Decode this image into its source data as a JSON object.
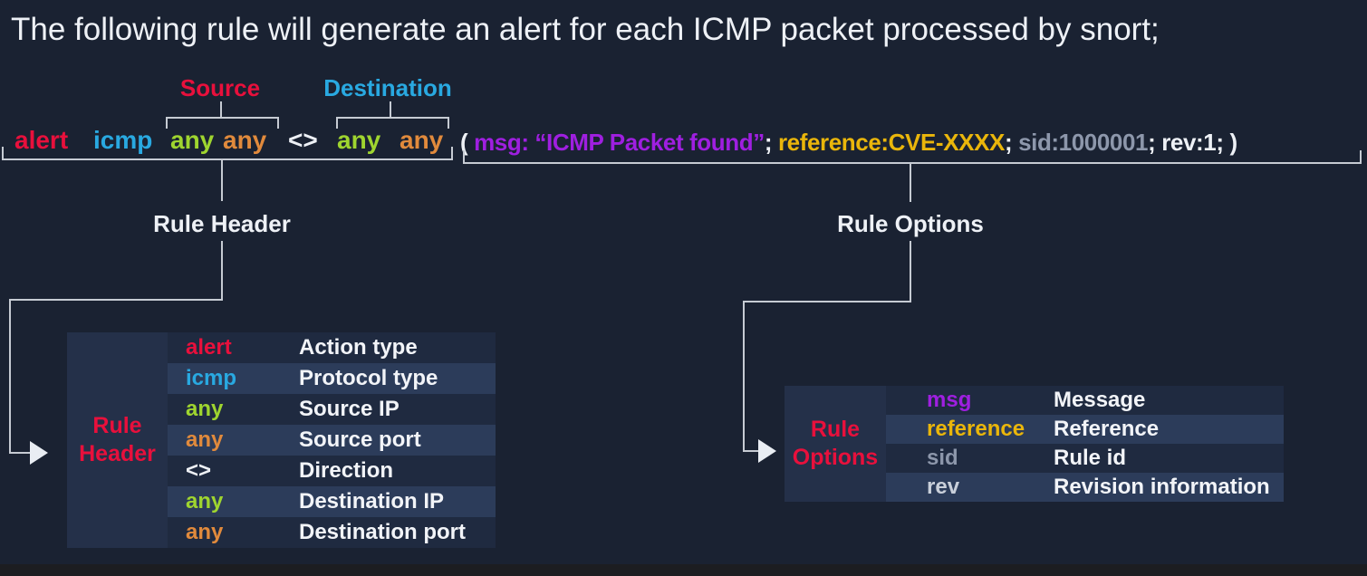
{
  "title": "The following rule will generate an alert for each ICMP packet processed by snort;",
  "colors": {
    "background": "#1a2232",
    "red": "#e8103c",
    "blue": "#29a9e1",
    "green": "#9fd52f",
    "orange": "#e18a3c",
    "purple": "#9f1fe0",
    "gold": "#eab60b",
    "slate": "#8d97ab",
    "lightgray": "#c9cfda",
    "white": "#eef1f6",
    "line": "#c6cbd3"
  },
  "annotations": {
    "source": "Source",
    "destination": "Destination",
    "rule_header": "Rule Header",
    "rule_options": "Rule Options"
  },
  "rule": {
    "tokens": [
      {
        "text": "alert",
        "color": "red"
      },
      {
        "text": "icmp",
        "color": "blue"
      },
      {
        "text": "any",
        "color": "green"
      },
      {
        "text": "any",
        "color": "orange"
      },
      {
        "text": "<>",
        "color": "white"
      },
      {
        "text": "any",
        "color": "green"
      },
      {
        "text": "any",
        "color": "orange"
      }
    ],
    "options_segments": [
      {
        "text": "( ",
        "color": "white"
      },
      {
        "text": "msg: “ICMP Packet found”",
        "color": "purple"
      },
      {
        "text": "; ",
        "color": "white"
      },
      {
        "text": "reference:CVE-XXXX",
        "color": "gold"
      },
      {
        "text": "; ",
        "color": "white"
      },
      {
        "text": "sid:1000001",
        "color": "slate"
      },
      {
        "text": "; ",
        "color": "white"
      },
      {
        "text": "rev:1; )",
        "color": "white"
      }
    ]
  },
  "header_table": {
    "label": "Rule Header",
    "rows": [
      {
        "value": "alert",
        "color": "red",
        "description": "Action type"
      },
      {
        "value": "icmp",
        "color": "blue",
        "description": "Protocol type"
      },
      {
        "value": "any",
        "color": "green",
        "description": "Source IP"
      },
      {
        "value": "any",
        "color": "orange",
        "description": "Source port"
      },
      {
        "value": "<>",
        "color": "white",
        "description": "Direction"
      },
      {
        "value": "any",
        "color": "green",
        "description": "Destination IP"
      },
      {
        "value": "any",
        "color": "orange",
        "description": "Destination port"
      }
    ]
  },
  "options_table": {
    "label": "Rule Options",
    "rows": [
      {
        "value": "msg",
        "color": "purple",
        "description": "Message"
      },
      {
        "value": "reference",
        "color": "gold",
        "description": "Reference"
      },
      {
        "value": "sid",
        "color": "slate",
        "description": "Rule id"
      },
      {
        "value": "rev",
        "color": "lightgray",
        "description": "Revision information"
      }
    ]
  }
}
